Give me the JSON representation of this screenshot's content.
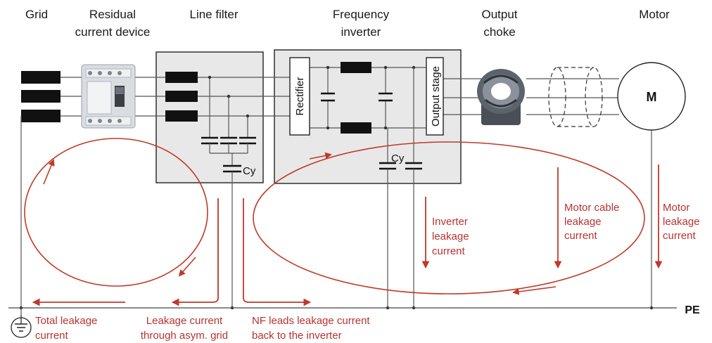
{
  "headers": {
    "grid": "Grid",
    "rcd_line1": "Residual",
    "rcd_line2": "current device",
    "line_filter": "Line filter",
    "fi_line1": "Frequency",
    "fi_line2": "inverter",
    "choke_line1": "Output",
    "choke_line2": "choke",
    "motor": "Motor"
  },
  "blocks": {
    "rectifier": "Rectifier",
    "output_stage": "Output stage",
    "motor_symbol": "M",
    "cy_filter": "Cy",
    "cy_inverter": "Cy",
    "pe": "PE"
  },
  "currents": {
    "inverter": [
      "Inverter",
      "leakage",
      "current"
    ],
    "motor_cable": [
      "Motor cable",
      "leakage",
      "current"
    ],
    "motor": [
      "Motor",
      "leakage",
      "current"
    ]
  },
  "bottom_labels": {
    "total": [
      "Total leakage",
      "current"
    ],
    "asym": [
      "Leakage current",
      "through asym. grid"
    ],
    "nf": [
      "NF leads leakage current",
      "back to the inverter"
    ]
  },
  "colors": {
    "accent_red": "#c0392b",
    "box_fill": "#e8e8e8",
    "line": "#555555"
  }
}
